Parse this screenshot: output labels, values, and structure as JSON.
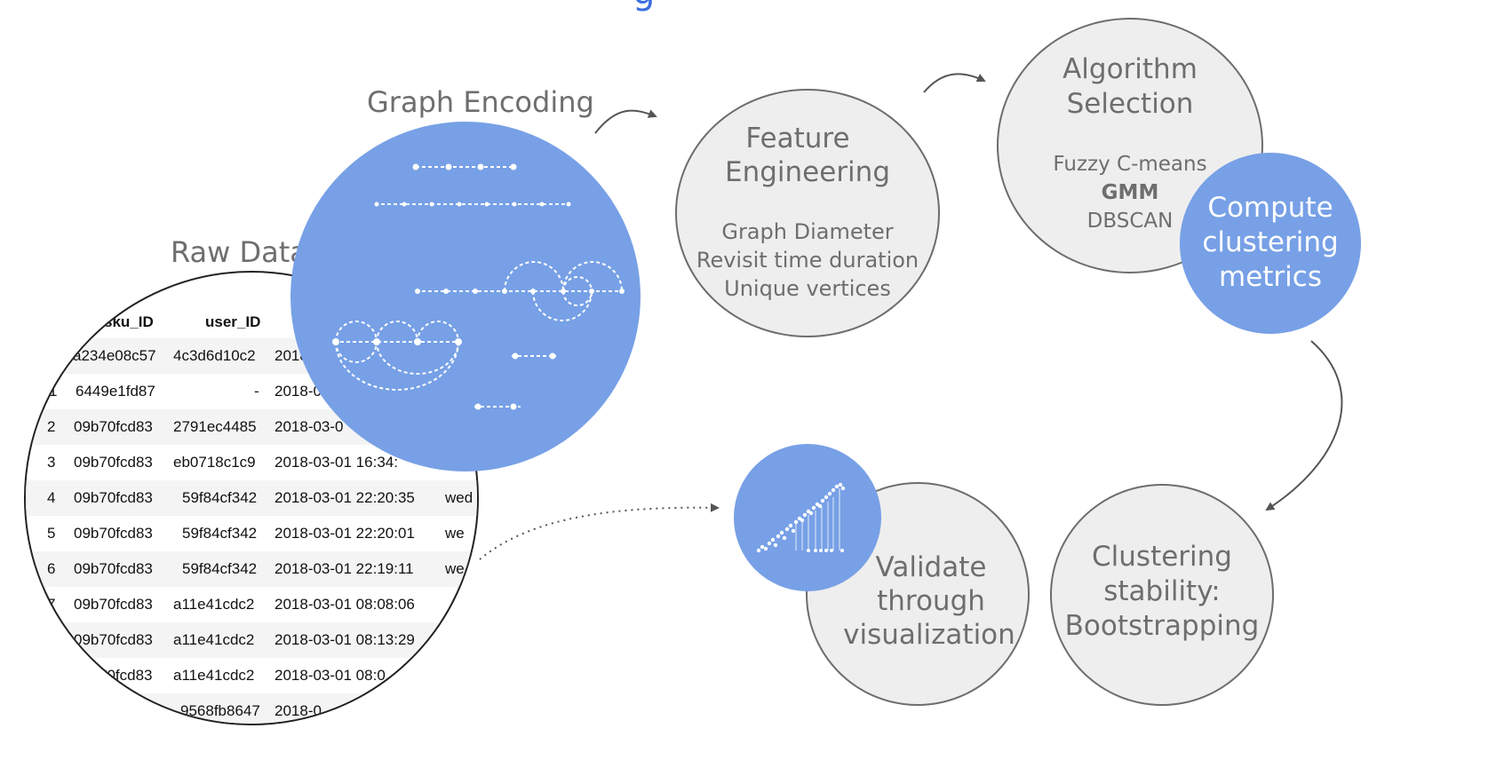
{
  "top_fragment": "g",
  "raw_data": {
    "title": "Raw Data",
    "columns": [
      "",
      "sku_ID",
      "user_ID",
      ""
    ],
    "rows": [
      [
        "",
        "a234e08c57",
        "4c3d6d10c2",
        "2018-",
        ""
      ],
      [
        "1",
        "6449e1fd87",
        "-",
        "2018-0",
        ""
      ],
      [
        "2",
        "09b70fcd83",
        "2791ec4485",
        "2018-03-0",
        ""
      ],
      [
        "3",
        "09b70fcd83",
        "eb0718c1c9",
        "2018-03-01 16:34:",
        ""
      ],
      [
        "4",
        "09b70fcd83",
        "59f84cf342",
        "2018-03-01 22:20:35",
        "wed"
      ],
      [
        "5",
        "09b70fcd83",
        "59f84cf342",
        "2018-03-01 22:20:01",
        "we"
      ],
      [
        "6",
        "09b70fcd83",
        "59f84cf342",
        "2018-03-01 22:19:11",
        "we"
      ],
      [
        "7",
        "09b70fcd83",
        "a11e41cdc2",
        "2018-03-01 08:08:06",
        ""
      ],
      [
        "",
        "09b70fcd83",
        "a11e41cdc2",
        "2018-03-01 08:13:29",
        ""
      ],
      [
        "",
        "70fcd83",
        "a11e41cdc2",
        "2018-03-01 08:0",
        ""
      ],
      [
        "",
        "",
        "9568fb8647",
        "2018-0",
        ""
      ]
    ]
  },
  "graph_encoding": {
    "title": "Graph Encoding"
  },
  "feature_engineering": {
    "title_line1": "Feature",
    "title_line2": "Engineering",
    "items": [
      "Graph Diameter",
      "Revisit time duration",
      "Unique vertices"
    ]
  },
  "algorithm_selection": {
    "title_line1": "Algorithm",
    "title_line2": "Selection",
    "items": [
      "Fuzzy C-means",
      "GMM",
      "DBSCAN"
    ]
  },
  "compute_metrics": {
    "line1": "Compute",
    "line2": "clustering",
    "line3": "metrics"
  },
  "clustering_stability": {
    "line1": "Clustering",
    "line2": "stability:",
    "line3": "Bootstrapping"
  },
  "validate": {
    "line1": "Validate",
    "line2": "through",
    "line3": "visualization"
  },
  "colors": {
    "blue": "#77a0e6",
    "grey_fill": "#eeeeee",
    "outline": "#6d6d6d",
    "text": "#6e6e6e"
  }
}
